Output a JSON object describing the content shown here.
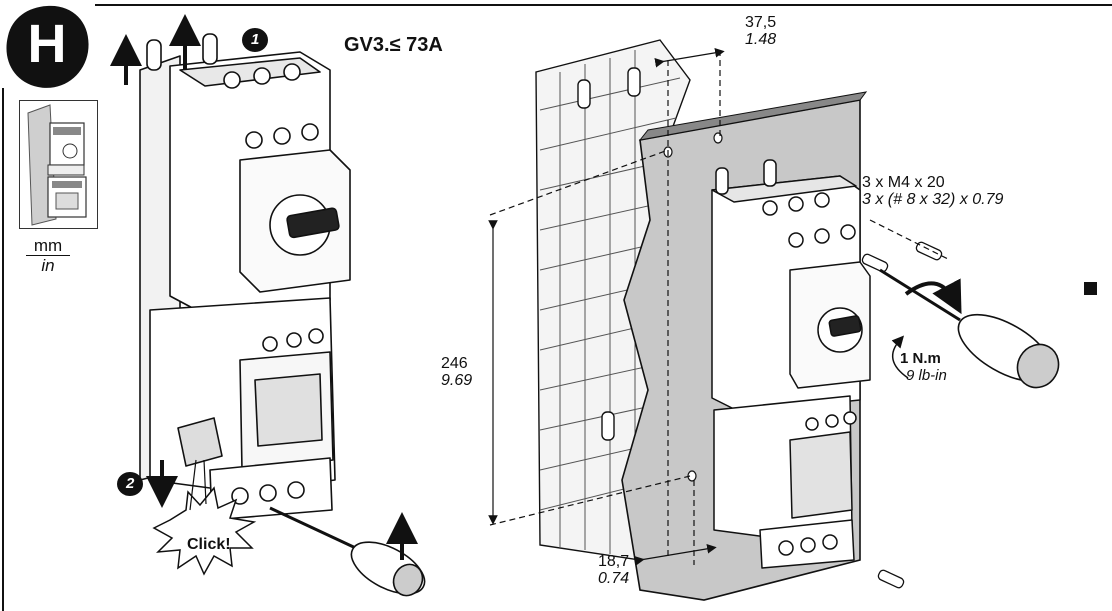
{
  "page": {
    "letter": "H",
    "model": "GV3.≤ 73A"
  },
  "units": {
    "metric": "mm",
    "imperial": "in"
  },
  "steps": [
    {
      "number": "1"
    },
    {
      "number": "2"
    }
  ],
  "callouts": {
    "click": "Click!"
  },
  "dimensions": {
    "top_offset": {
      "metric": "37,5",
      "imperial": "1.48"
    },
    "height": {
      "metric": "246",
      "imperial": "9.69"
    },
    "bottom_offset": {
      "metric": "18,7",
      "imperial": "0.74"
    }
  },
  "screws": {
    "metric": "3 x M4 x 20",
    "imperial": "3 x (# 8 x 32) x 0.79"
  },
  "torque": {
    "metric": "1 N.m",
    "imperial": "9 lb-in"
  },
  "colors": {
    "ink": "#111111",
    "panel": "#c8c8c8",
    "grid": "#e6e6e6"
  }
}
